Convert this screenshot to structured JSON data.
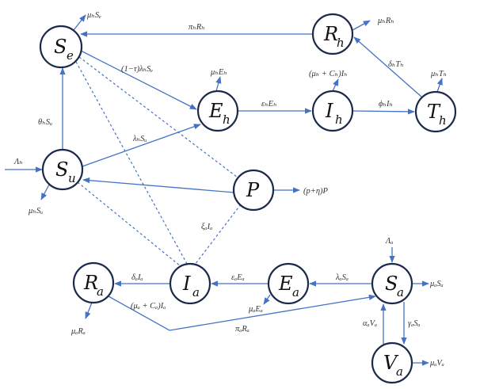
{
  "title": "Compartmental transmission model diagram (humans, animals, pathogen)",
  "colors": {
    "arrow": "#4472c4",
    "node_border": "#1b2a4a",
    "text": "#111111"
  },
  "nodes": [
    {
      "id": "Se",
      "main": "S",
      "sub": "e"
    },
    {
      "id": "Su",
      "main": "S",
      "sub": "u"
    },
    {
      "id": "Eh",
      "main": "E",
      "sub": "h"
    },
    {
      "id": "Ih",
      "main": "I",
      "sub": "h"
    },
    {
      "id": "Th",
      "main": "T",
      "sub": "h"
    },
    {
      "id": "Rh",
      "main": "R",
      "sub": "h"
    },
    {
      "id": "P",
      "main": "P",
      "sub": ""
    },
    {
      "id": "Ra",
      "main": "R",
      "sub": "a"
    },
    {
      "id": "Ia",
      "main": "I",
      "sub": "a"
    },
    {
      "id": "Ea",
      "main": "E",
      "sub": "a"
    },
    {
      "id": "Sa",
      "main": "S",
      "sub": "a"
    },
    {
      "id": "Va",
      "main": "V",
      "sub": "a"
    }
  ],
  "labels": {
    "recruit_h": "Λₕ",
    "death_Se": "μₕSₑ",
    "death_Su": "μₕSᵤ",
    "vacc_h": "θₕSᵤ",
    "inf_Se": "(1−τ)λₕSₑ",
    "inf_Su": "λₕSᵤ",
    "loss_imm_h": "πₕRₕ",
    "death_Eh": "μₕEₕ",
    "prog_h": "εₕEₕ",
    "death_Ih": "(μₕ + Cₕ)Iₕ",
    "treat_h": "ϕₕIₕ",
    "death_Th": "μₕTₕ",
    "rec_h": "δₕTₕ",
    "death_Rh": "μₕRₕ",
    "P_out": "(p+η)P",
    "shed_a": "ξₐIₐ",
    "recruit_a": "Λₐ",
    "death_Sa": "μₐSₐ",
    "inf_Sa": "λₐSₐ",
    "prog_a": "εₐEₐ",
    "death_Ea": "μₐEₐ",
    "rec_a": "δₐIₐ",
    "death_Ia": "(μₐ + Cₐ)Iₐ",
    "death_Ra": "μₐRₐ",
    "loss_imm_a": "πₐRₐ",
    "vacc_a": "γₐSₐ",
    "wane_a": "αₐVₐ",
    "death_Va": "μₐVₐ"
  }
}
